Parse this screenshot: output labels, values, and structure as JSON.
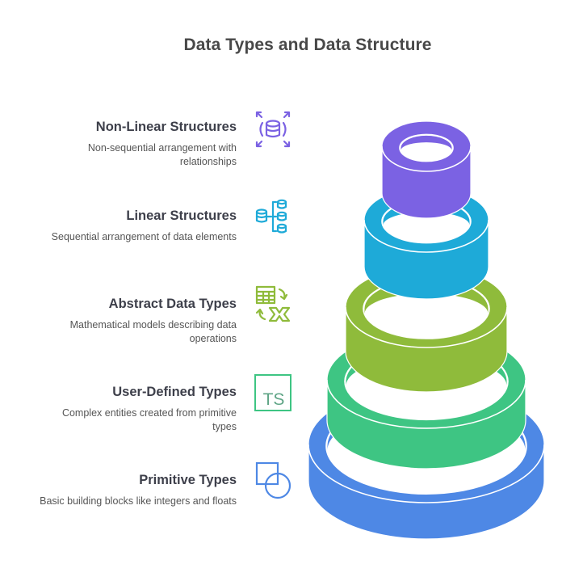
{
  "title": "Data Types and Data Structure",
  "items": [
    {
      "label": "Non-Linear Structures",
      "description_lines": [
        "Non-sequential arrangement with",
        "relationships"
      ],
      "icon": "database-expand-icon",
      "color": "#7b62e3"
    },
    {
      "label": "Linear Structures",
      "description_lines": [
        "Sequential arrangement of data elements"
      ],
      "icon": "database-list-icon",
      "color": "#1eaad8"
    },
    {
      "label": "Abstract Data Types",
      "description_lines": [
        "Mathematical models describing data",
        "operations"
      ],
      "icon": "table-transform-icon",
      "color": "#8fbb3b"
    },
    {
      "label": "User-Defined Types",
      "description_lines": [
        "Complex entities created from primitive",
        "types"
      ],
      "icon": "typescript-icon",
      "color": "#3ec583"
    },
    {
      "label": "Primitive Types",
      "description_lines": [
        "Basic building blocks like integers and floats"
      ],
      "icon": "shapes-icon",
      "color": "#4e88e5"
    }
  ],
  "icons": {
    "ts_text": "TS"
  }
}
